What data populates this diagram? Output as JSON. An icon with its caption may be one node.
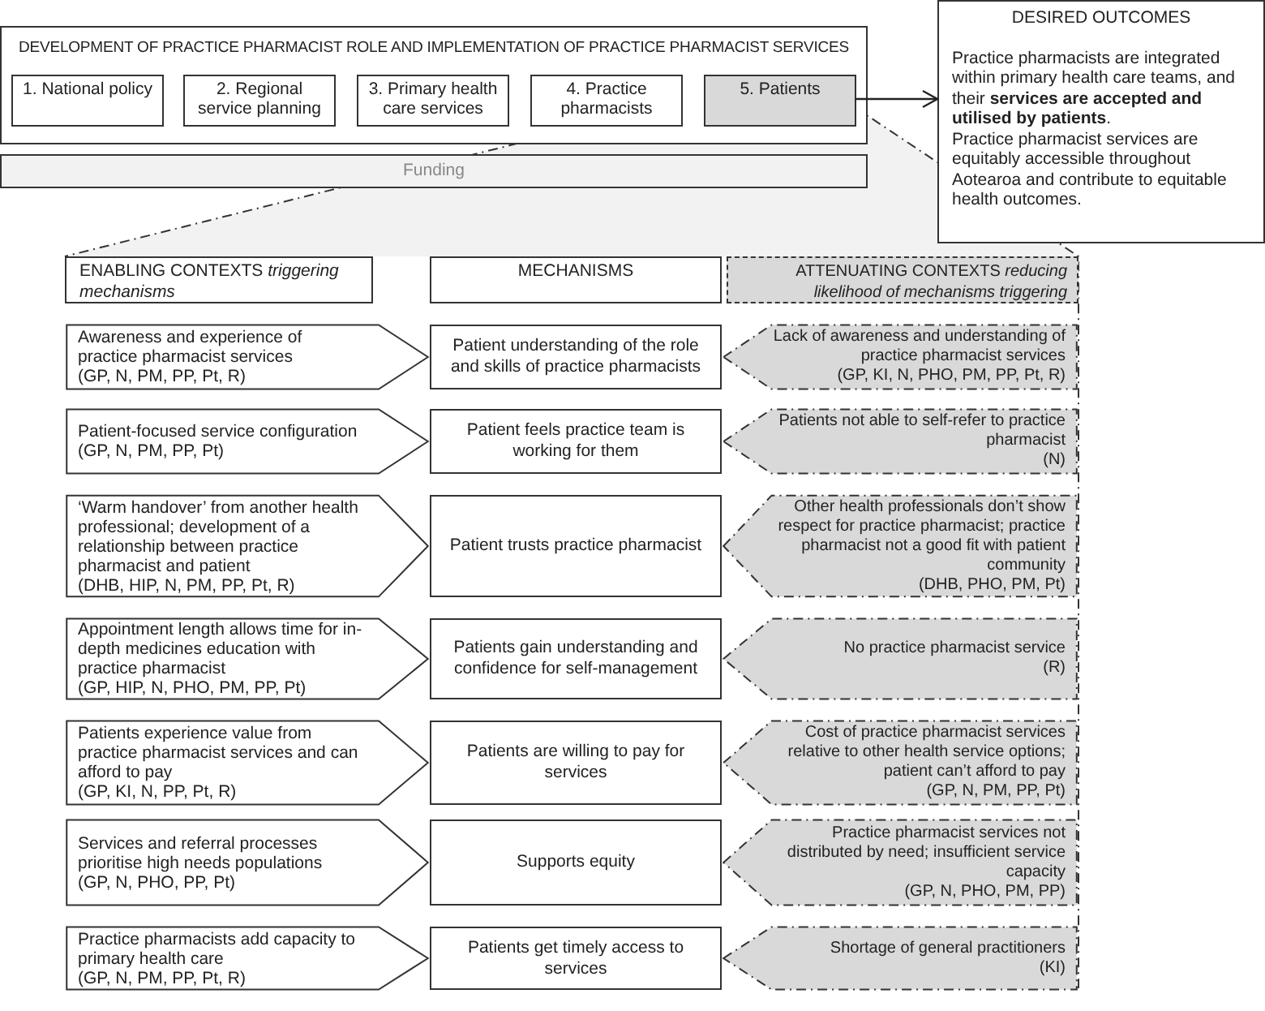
{
  "diagram": {
    "nodes": [
      {
        "text": [
          "DEVELOPMENT OF PRACTICE PHARMACIST ROLE AND IMPLEMENTATION OF PRACTICE PHARMACIST SERVICES"
        ]
      },
      {
        "text": [
          "1. National policy"
        ],
        "in": 0
      },
      {
        "text": [
          "2. Regional service planning"
        ],
        "in": 0
      },
      {
        "text": [
          "3. Primary health care services"
        ],
        "in": 0
      },
      {
        "text": [
          "4. Practice pharmacists"
        ],
        "in": 0
      },
      {
        "text": [
          "5. Patients"
        ],
        "in": 0
      },
      {
        "text": [
          "Funding"
        ]
      },
      {
        "text": [
          "DESIRED OUTCOMES",
          "Practice pharmacists are integrated within primary health care teams, and their **services are accepted and utilised by patients**.",
          "Practice pharmacist services are equitably accessible throughout Aotearoa and contribute to equitable health outcomes."
        ]
      },
      {
        "text": [
          "ENABLING CONTEXTS *triggering mechanisms*"
        ]
      },
      {
        "text": [
          "MECHANISMS"
        ]
      },
      {
        "text": [
          "ATTENUATING CONTEXTS *reducing likelihood of mechanisms triggering*"
        ]
      },
      {
        "text": [
          "Awareness and experience of practice pharmacist services",
          "(GP, N, PM, PP, Pt, R)"
        ]
      },
      {
        "text": [
          "Patient understanding of the role and skills of practice pharmacists"
        ]
      },
      {
        "text": [
          "Lack of awareness and understanding of practice pharmacist services",
          "(GP, KI, N, PHO, PM, PP, Pt, R)"
        ]
      },
      {
        "text": [
          "Patient-focused service configuration",
          "(GP, N, PM, PP, Pt)"
        ]
      },
      {
        "text": [
          "Patient feels practice team is working for them"
        ]
      },
      {
        "text": [
          "Patients not able to self-refer to practice pharmacist",
          "(N)"
        ]
      },
      {
        "text": [
          "‘Warm handover’ from another health professional; development of a relationship between practice pharmacist and patient",
          "(DHB, HIP, N, PM, PP, Pt, R)"
        ]
      },
      {
        "text": [
          "Patient trusts practice pharmacist"
        ]
      },
      {
        "text": [
          "Other health professionals don’t show respect for practice pharmacist; practice pharmacist not a good fit with patient community",
          "(DHB, PHO, PM, Pt)"
        ]
      },
      {
        "text": [
          "Appointment length allows time for in-depth medicines education with practice pharmacist",
          "(GP, HIP, N, PHO, PM, PP, Pt)"
        ]
      },
      {
        "text": [
          "Patients gain understanding and confidence for self-management"
        ]
      },
      {
        "text": [
          "No practice pharmacist service",
          "(R)"
        ]
      },
      {
        "text": [
          "Patients experience value from practice pharmacist services and can afford to pay",
          "(GP, KI, N, PP, Pt, R)"
        ]
      },
      {
        "text": [
          "Patients are willing to pay for services"
        ]
      },
      {
        "text": [
          "Cost of practice pharmacist services relative to other health service options; patient can’t afford to pay",
          "(GP, N, PM, PP, Pt)"
        ]
      },
      {
        "text": [
          "Services and referral processes prioritise high needs populations",
          "(GP, N, PHO, PP, Pt)"
        ]
      },
      {
        "text": [
          "Supports equity"
        ]
      },
      {
        "text": [
          "Practice pharmacist services not distributed by need; insufficient service capacity",
          "(GP, N, PHO, PM, PP)"
        ]
      },
      {
        "text": [
          "Practice pharmacists add capacity to primary health care",
          "(GP, N, PM, PP, Pt, R)"
        ]
      },
      {
        "text": [
          "Patients get timely access to services"
        ]
      },
      {
        "text": [
          "Shortage of general practitioners",
          "(KI)"
        ]
      }
    ],
    "edges": [
      {
        "from": 5,
        "to": 7,
        "arrow": "to"
      }
    ]
  }
}
